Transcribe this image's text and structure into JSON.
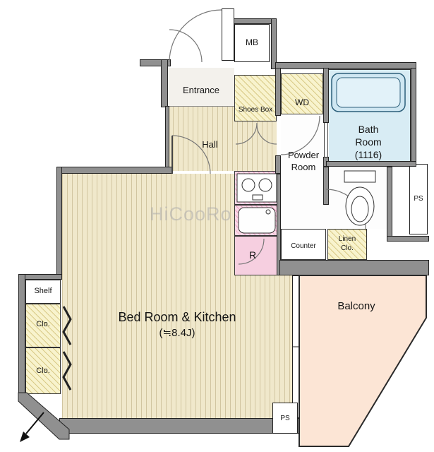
{
  "watermark": "HiCooRo",
  "colors": {
    "wall": "#909090",
    "flooring": "#f0e8cb",
    "bath": "#d8ecf4",
    "balcony": "#fce5d5",
    "storage_hatch": "#f8f3cd",
    "kitchen_hatch": "#fad9e7"
  },
  "rooms": {
    "entrance": {
      "label": "Entrance"
    },
    "mb": {
      "label": "MB"
    },
    "shoes_box": {
      "label": "Shoes Box"
    },
    "hall": {
      "label": "Hall"
    },
    "wd": {
      "label": "WD"
    },
    "bath": {
      "label": "Bath\nRoom\n(1116)"
    },
    "powder": {
      "label": "Powder\nRoom"
    },
    "ps_upper": {
      "label": "PS"
    },
    "fridge": {
      "label": "R"
    },
    "counter": {
      "label": "Counter"
    },
    "linen": {
      "label": "Linen\nClo."
    },
    "shelf": {
      "label": "Shelf"
    },
    "closet_upper": {
      "label": "Clo."
    },
    "closet_lower": {
      "label": "Clo."
    },
    "bedroom_kitchen": {
      "label": "Bed Room & Kitchen",
      "size": "(≒8.4J)"
    },
    "balcony": {
      "label": "Balcony"
    },
    "ps_lower": {
      "label": "PS"
    }
  }
}
